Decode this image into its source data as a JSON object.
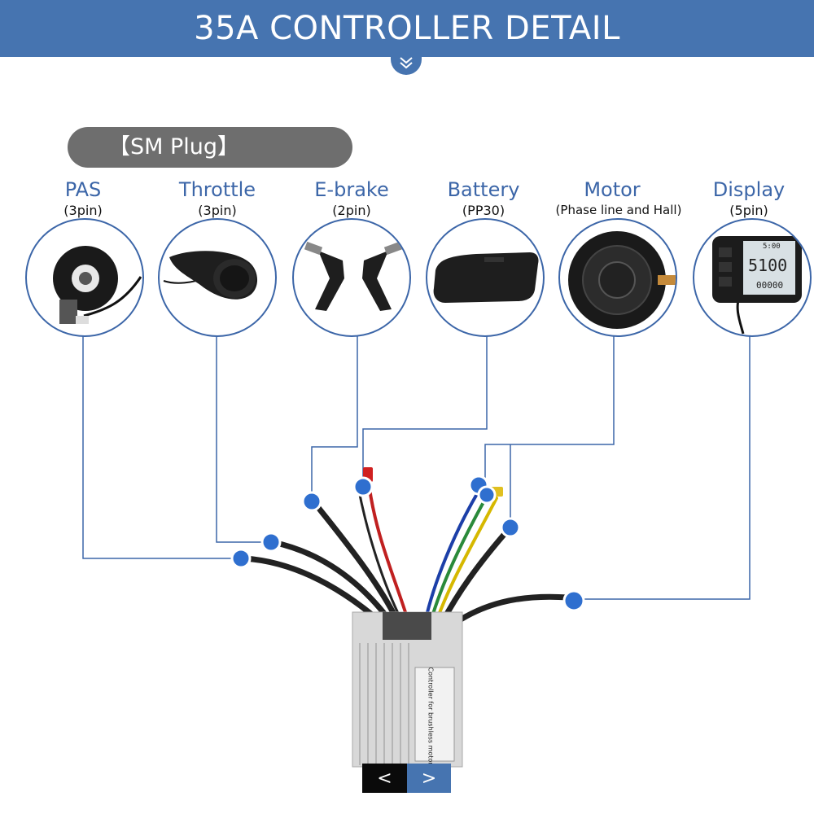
{
  "banner": {
    "title": "35A CONTROLLER DETAIL",
    "scroll_icon": "double-chevron-down-icon"
  },
  "plug": {
    "label": "【SM Plug】"
  },
  "components": [
    {
      "key": "pas",
      "name": "PAS",
      "spec": "(3pin)"
    },
    {
      "key": "throttle",
      "name": "Throttle",
      "spec": "(3pin)"
    },
    {
      "key": "ebrake",
      "name": "E-brake",
      "spec": "(2pin)"
    },
    {
      "key": "battery",
      "name": "Battery",
      "spec": "(PP30)"
    },
    {
      "key": "motor",
      "name": "Motor",
      "spec": "(Phase line and Hall)"
    },
    {
      "key": "display",
      "name": "Display",
      "spec": "(5pin)"
    }
  ],
  "display_screen": {
    "top": "5:00",
    "main": "5100",
    "bottom": "00000"
  },
  "controller": {
    "label": "Controller for brushless motor"
  },
  "pager": {
    "prev": "<",
    "next": ">"
  },
  "colors": {
    "accent": "#4674b0",
    "line": "#3c66a8",
    "pill": "#6e6e6e",
    "connector": "#2f6fcf"
  }
}
